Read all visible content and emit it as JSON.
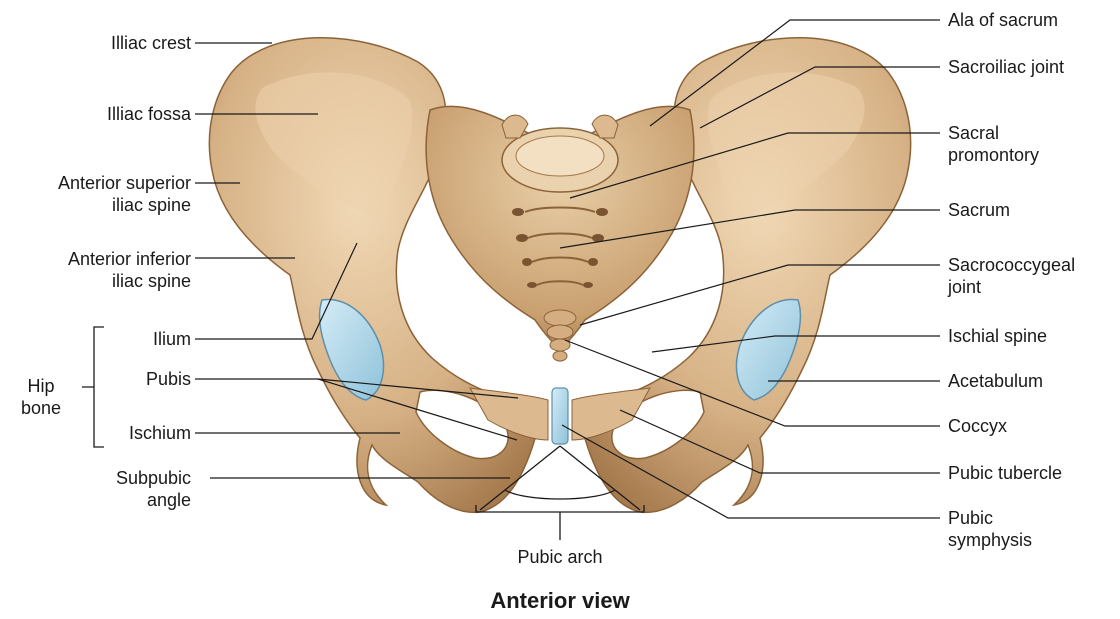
{
  "labels": {
    "illiac_crest": "Illiac crest",
    "illiac_fossa": "Illiac fossa",
    "asis": [
      "Anterior superior",
      "iliac spine"
    ],
    "aiis": [
      "Anterior inferior",
      "iliac spine"
    ],
    "ilium": "Ilium",
    "pubis": "Pubis",
    "ischium": "Ischium",
    "hip_bone": [
      "Hip",
      "bone"
    ],
    "subpubic_angle": [
      "Subpubic",
      "angle"
    ],
    "pubic_arch": "Pubic arch",
    "ala_of_sacrum": "Ala of sacrum",
    "sacroiliac_joint": "Sacroiliac joint",
    "sacral_promontory": [
      "Sacral",
      "promontory"
    ],
    "sacrum": "Sacrum",
    "sacrococcygeal_joint": [
      "Sacrococcygeal",
      "joint"
    ],
    "ischial_spine": "Ischial spine",
    "acetabulum": "Acetabulum",
    "coccyx": "Coccyx",
    "pubic_tubercle": "Pubic tubercle",
    "pubic_symphysis": [
      "Pubic",
      "symphysis"
    ]
  },
  "title": "Anterior view",
  "colors": {
    "bone": "#d7b48a",
    "bone_shadow": "#a87d52",
    "bone_highlight": "#f2dcbc",
    "cartilage": "#a9d3e6",
    "leader": "#1a1a1a"
  }
}
